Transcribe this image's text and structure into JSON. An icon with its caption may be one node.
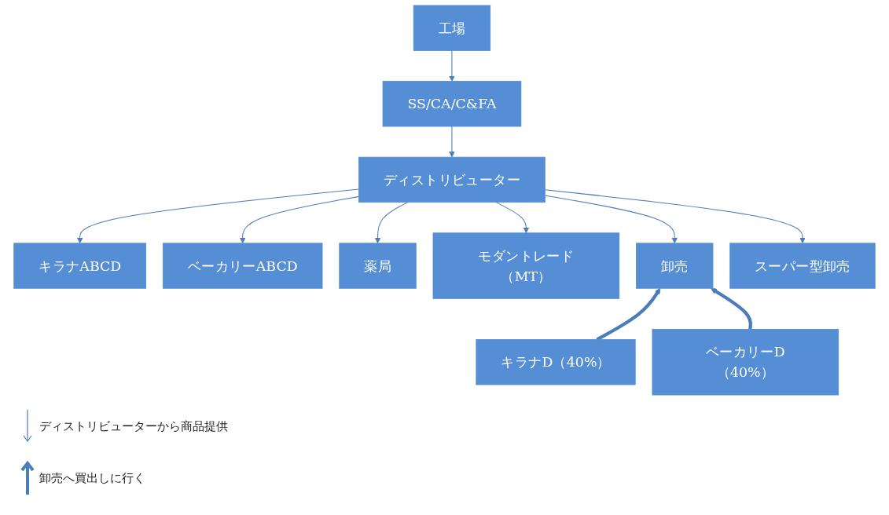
{
  "diagram": {
    "nodes": [
      {
        "text": [
          "工場"
        ]
      },
      {
        "text": [
          "SS/CA/C&FA"
        ]
      },
      {
        "text": [
          "ディストリビューター"
        ]
      },
      {
        "text": [
          "キラナABCD"
        ]
      },
      {
        "text": [
          "ベーカリーABCD"
        ]
      },
      {
        "text": [
          "薬局"
        ]
      },
      {
        "text": [
          "モダントレード（MT）"
        ]
      },
      {
        "text": [
          "卸売"
        ]
      },
      {
        "text": [
          "スーパー型卸売"
        ]
      },
      {
        "text": [
          "キラナD（40%）"
        ]
      },
      {
        "text": [
          "ベーカリーD（40%）"
        ]
      }
    ],
    "edges": [
      {
        "from": 0,
        "to": 1,
        "arrow": "to"
      },
      {
        "from": 1,
        "to": 2,
        "arrow": "to"
      },
      {
        "from": 2,
        "to": 3,
        "arrow": "to"
      },
      {
        "from": 2,
        "to": 4,
        "arrow": "to"
      },
      {
        "from": 2,
        "to": 5,
        "arrow": "to"
      },
      {
        "from": 2,
        "to": 6,
        "arrow": "to"
      },
      {
        "from": 2,
        "to": 7,
        "arrow": "to"
      },
      {
        "from": 2,
        "to": 8,
        "arrow": "to"
      },
      {
        "from": 9,
        "to": 7,
        "arrow": "to",
        "style": "thick"
      },
      {
        "from": 10,
        "to": 7,
        "arrow": "to",
        "style": "thick"
      }
    ],
    "legend": [
      {
        "text": "ディストリビューターから商品提供"
      },
      {
        "text": "卸売へ買出しに行く"
      }
    ]
  }
}
